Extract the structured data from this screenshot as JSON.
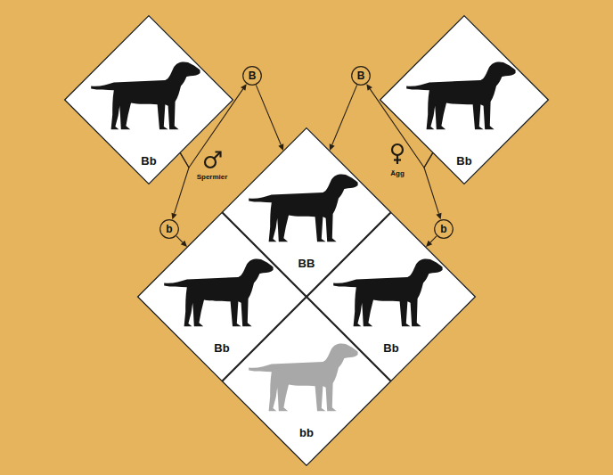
{
  "diagram": {
    "nodes": [
      {
        "text": [
          "Bb"
        ]
      },
      {
        "text": [
          "Bb"
        ]
      },
      {
        "text": [
          "B"
        ]
      },
      {
        "text": [
          "b"
        ]
      },
      {
        "text": [
          "B"
        ]
      },
      {
        "text": [
          "b"
        ]
      },
      {
        "text": [
          "BB"
        ]
      },
      {
        "text": [
          "Bb"
        ]
      },
      {
        "text": [
          "Bb"
        ]
      },
      {
        "text": [
          "bb"
        ]
      }
    ],
    "edges": [
      {
        "from": 0,
        "to": 2,
        "arrow": "to"
      },
      {
        "from": 0,
        "to": 3,
        "arrow": "to"
      },
      {
        "from": 2,
        "to": 6,
        "arrow": "to"
      },
      {
        "from": 3,
        "to": 7,
        "arrow": "to"
      },
      {
        "from": 1,
        "to": 4,
        "arrow": "to"
      },
      {
        "from": 1,
        "to": 5,
        "arrow": "to"
      },
      {
        "from": 4,
        "to": 6,
        "arrow": "to"
      },
      {
        "from": 5,
        "to": 8,
        "arrow": "to"
      }
    ],
    "labels": [
      "Spermier",
      "Ägg"
    ]
  }
}
